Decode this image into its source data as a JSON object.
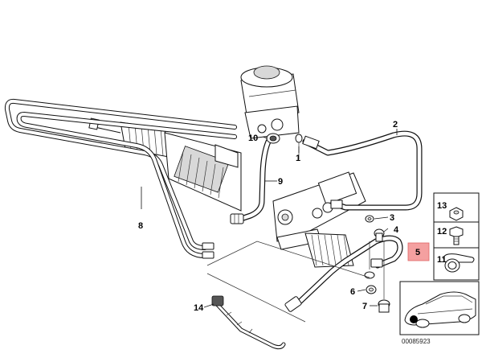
{
  "callouts": {
    "c1": "1",
    "c2": "2",
    "c3": "3",
    "c4": "4",
    "c5": "5",
    "c6": "6",
    "c7": "7",
    "c8": "8",
    "c9": "9",
    "c10": "10",
    "c11": "11",
    "c12": "12",
    "c13": "13",
    "c14": "14"
  },
  "highlight_color": "#f4a0a0",
  "diagram_number": "00085923"
}
